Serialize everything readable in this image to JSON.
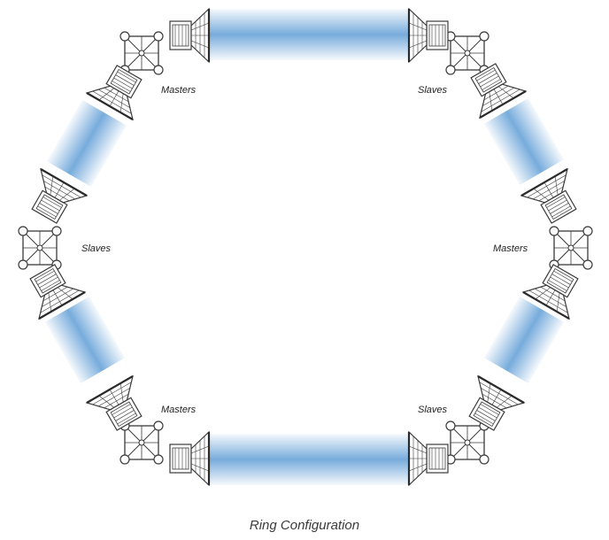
{
  "diagram": {
    "caption": "Ring Configuration",
    "beam_color": "#4a90d0",
    "equipment_stroke": "#3a3a3a",
    "nodes": [
      {
        "id": "top-left",
        "label": "Masters"
      },
      {
        "id": "top-right",
        "label": "Slaves"
      },
      {
        "id": "left",
        "label": "Slaves"
      },
      {
        "id": "right",
        "label": "Masters"
      },
      {
        "id": "bottom-left",
        "label": "Masters"
      },
      {
        "id": "bottom-right",
        "label": "Slaves"
      }
    ]
  }
}
